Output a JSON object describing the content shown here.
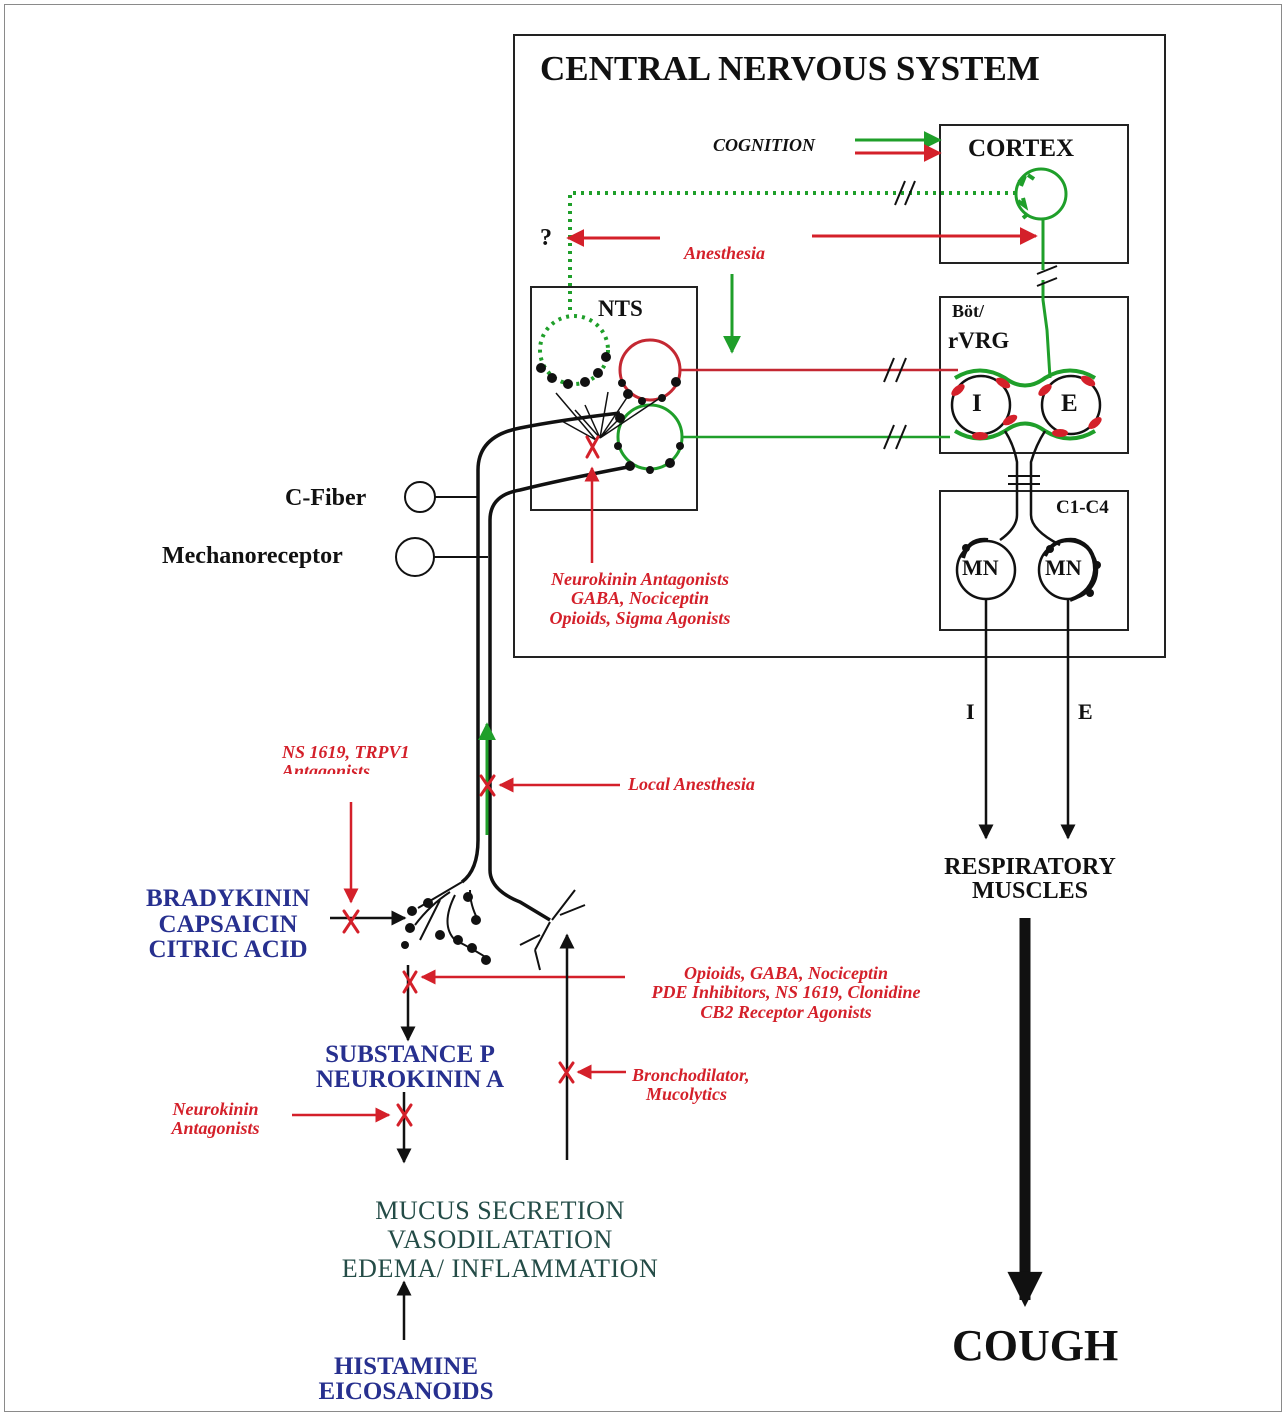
{
  "colors": {
    "inhibit": "#d4202a",
    "excite": "#1f9f2a",
    "agent": "#27308f",
    "effect": "#244c47",
    "line": "#111111"
  },
  "cns": {
    "title": "CENTRAL NERVOUS SYSTEM",
    "cognition": "COGNITION",
    "cortex": "CORTEX",
    "question": "?",
    "anesthesia": "Anesthesia",
    "nts": "NTS",
    "bot_line1": "Böt/",
    "bot_line2": "rVRG",
    "i_neuron": "I",
    "e_neuron": "E",
    "spinal": "C1-C4",
    "mn_left": "MN",
    "mn_right": "MN"
  },
  "afferents": {
    "c_fiber": "C-Fiber",
    "mechanoreceptor": "Mechanoreceptor"
  },
  "drugs": {
    "central": [
      "Neurokinin Antagonists",
      "GABA, Nociceptin",
      "Opioids, Sigma Agonists"
    ],
    "trpv1": [
      "NS 1619,  TRPV1",
      "Antagonists"
    ],
    "local_anesthesia": "Local Anesthesia",
    "peripheral": [
      "Opioids, GABA, Nociceptin",
      "PDE Inhibitors, NS 1619, Clonidine",
      "CB2 Receptor Agonists"
    ],
    "bronchodilator": [
      "Bronchodilator,",
      "Mucolytics"
    ],
    "neurokinin": [
      "Neurokinin",
      "Antagonists"
    ]
  },
  "stimuli": [
    "BRADYKININ",
    "CAPSAICIN",
    "CITRIC ACID"
  ],
  "neuropeptides": [
    "SUBSTANCE P",
    "NEUROKININ A"
  ],
  "effects": [
    "MUCUS SECRETION",
    "VASODILATATION",
    "EDEMA/ INFLAMMATION"
  ],
  "mediators": [
    "HISTAMINE",
    "EICOSANOIDS"
  ],
  "output": {
    "i_label": "I",
    "e_label": "E",
    "muscles": [
      "RESPIRATORY",
      "MUSCLES"
    ],
    "cough": "COUGH"
  }
}
